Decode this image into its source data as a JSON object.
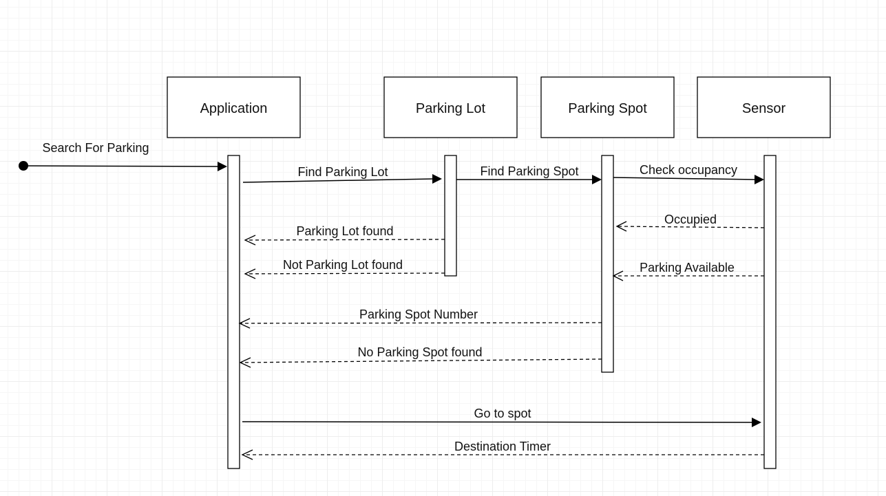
{
  "participants": [
    {
      "id": "application",
      "label": "Application"
    },
    {
      "id": "parking_lot",
      "label": "Parking Lot"
    },
    {
      "id": "parking_spot",
      "label": "Parking Spot"
    },
    {
      "id": "sensor",
      "label": "Sensor"
    }
  ],
  "messages": [
    {
      "id": "search_for_parking",
      "label": "Search For Parking",
      "from": "start",
      "to": "application",
      "kind": "sync"
    },
    {
      "id": "find_parking_lot",
      "label": "Find Parking Lot",
      "from": "application",
      "to": "parking_lot",
      "kind": "sync"
    },
    {
      "id": "find_parking_spot",
      "label": "Find Parking Spot",
      "from": "parking_lot",
      "to": "parking_spot",
      "kind": "sync"
    },
    {
      "id": "check_occupancy",
      "label": "Check occupancy",
      "from": "parking_spot",
      "to": "sensor",
      "kind": "sync"
    },
    {
      "id": "occupied",
      "label": "Occupied",
      "from": "sensor",
      "to": "parking_spot",
      "kind": "return"
    },
    {
      "id": "parking_lot_found",
      "label": "Parking Lot found",
      "from": "parking_lot",
      "to": "application",
      "kind": "return"
    },
    {
      "id": "parking_available",
      "label": "Parking Available",
      "from": "sensor",
      "to": "parking_spot",
      "kind": "return"
    },
    {
      "id": "not_parking_lot_found",
      "label": "Not Parking Lot found",
      "from": "parking_lot",
      "to": "application",
      "kind": "return"
    },
    {
      "id": "parking_spot_number",
      "label": "Parking Spot Number",
      "from": "parking_spot",
      "to": "application",
      "kind": "return"
    },
    {
      "id": "no_parking_spot_found",
      "label": "No Parking Spot found",
      "from": "parking_spot",
      "to": "application",
      "kind": "return"
    },
    {
      "id": "go_to_spot",
      "label": "Go to spot",
      "from": "application",
      "to": "sensor",
      "kind": "sync"
    },
    {
      "id": "destination_timer",
      "label": "Destination Timer",
      "from": "sensor",
      "to": "application",
      "kind": "return"
    }
  ]
}
